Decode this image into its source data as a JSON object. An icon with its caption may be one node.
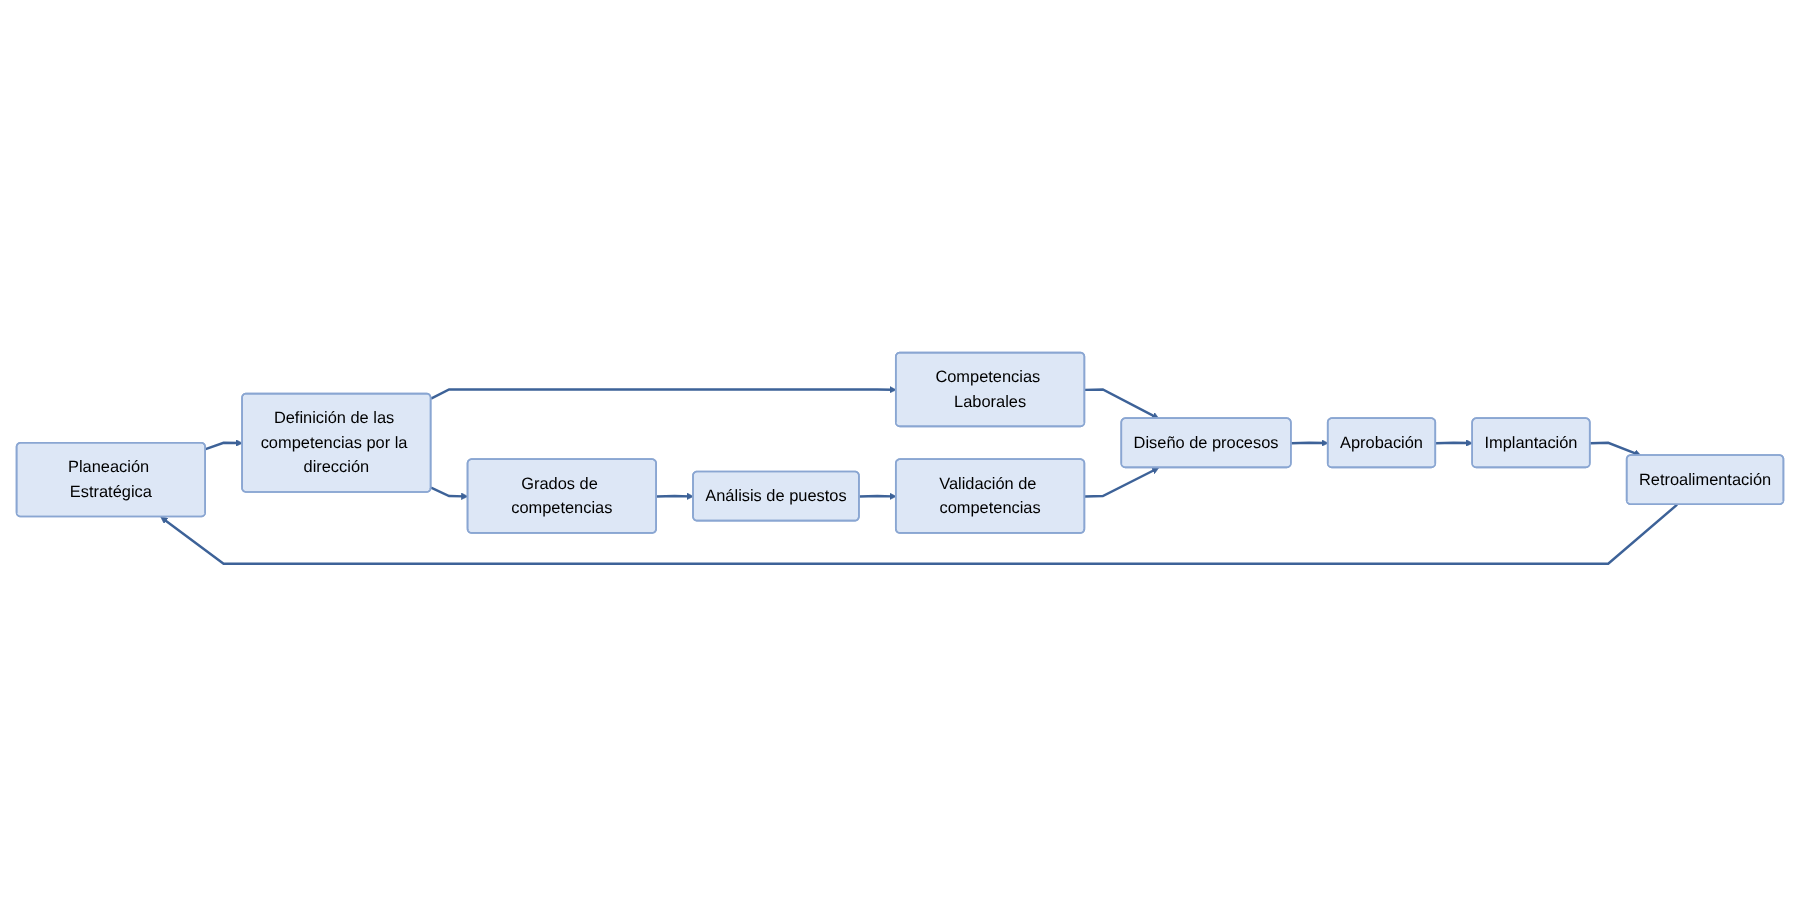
{
  "diagram": {
    "nodes": [
      {
        "text": [
          "Planeación Estratégica"
        ]
      },
      {
        "text": [
          "Definición de las competencias por la dirección"
        ]
      },
      {
        "text": [
          "Grados de competencias"
        ]
      },
      {
        "text": [
          "Retroalimentación"
        ]
      },
      {
        "text": [
          "Competencias Laborales"
        ]
      },
      {
        "text": [
          "Análisis de puestos"
        ]
      },
      {
        "text": [
          "Implantación"
        ]
      },
      {
        "text": [
          "Aprobación"
        ]
      },
      {
        "text": [
          "Diseño de procesos"
        ]
      },
      {
        "text": [
          "Validación de competencias"
        ]
      }
    ],
    "edges": [
      {
        "from": 0,
        "to": 1,
        "arrow": "to"
      },
      {
        "from": 1,
        "to": 2,
        "arrow": "to"
      },
      {
        "from": 1,
        "to": 4,
        "arrow": "to"
      },
      {
        "from": 2,
        "to": 5,
        "arrow": "to"
      },
      {
        "from": 5,
        "to": 9,
        "arrow": "to"
      },
      {
        "from": 4,
        "to": 8,
        "arrow": "to"
      },
      {
        "from": 9,
        "to": 8,
        "arrow": "to"
      },
      {
        "from": 8,
        "to": 7,
        "arrow": "to"
      },
      {
        "from": 7,
        "to": 6,
        "arrow": "to"
      },
      {
        "from": 6,
        "to": 3,
        "arrow": "to"
      },
      {
        "from": 3,
        "to": 0,
        "arrow": "to"
      }
    ]
  }
}
